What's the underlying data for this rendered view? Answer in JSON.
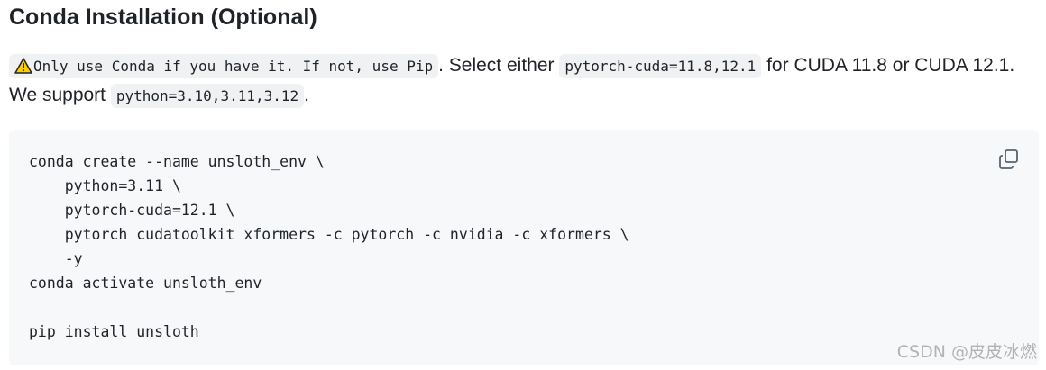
{
  "heading": "Conda Installation (Optional)",
  "paragraph": {
    "warning_code": "Only use Conda if you have it. If not, use Pip",
    "text_1": ". Select either ",
    "code_cuda": "pytorch-cuda=11.8,12.1",
    "text_2": " for CUDA 11.8 or CUDA 12.1. We support ",
    "code_python": "python=3.10,3.11,3.12",
    "text_3": "."
  },
  "code_block": {
    "content": "conda create --name unsloth_env \\\n    python=3.11 \\\n    pytorch-cuda=12.1 \\\n    pytorch cudatoolkit xformers -c pytorch -c nvidia -c xformers \\\n    -y\nconda activate unsloth_env\n\npip install unsloth",
    "copy_icon": "copy-icon"
  },
  "watermark": "CSDN @皮皮冰燃",
  "colors": {
    "text": "#1f2328",
    "inline_code_bg": "#eff1f3",
    "code_block_bg": "#f6f8fa",
    "warning_yellow": "#ffcc00"
  }
}
